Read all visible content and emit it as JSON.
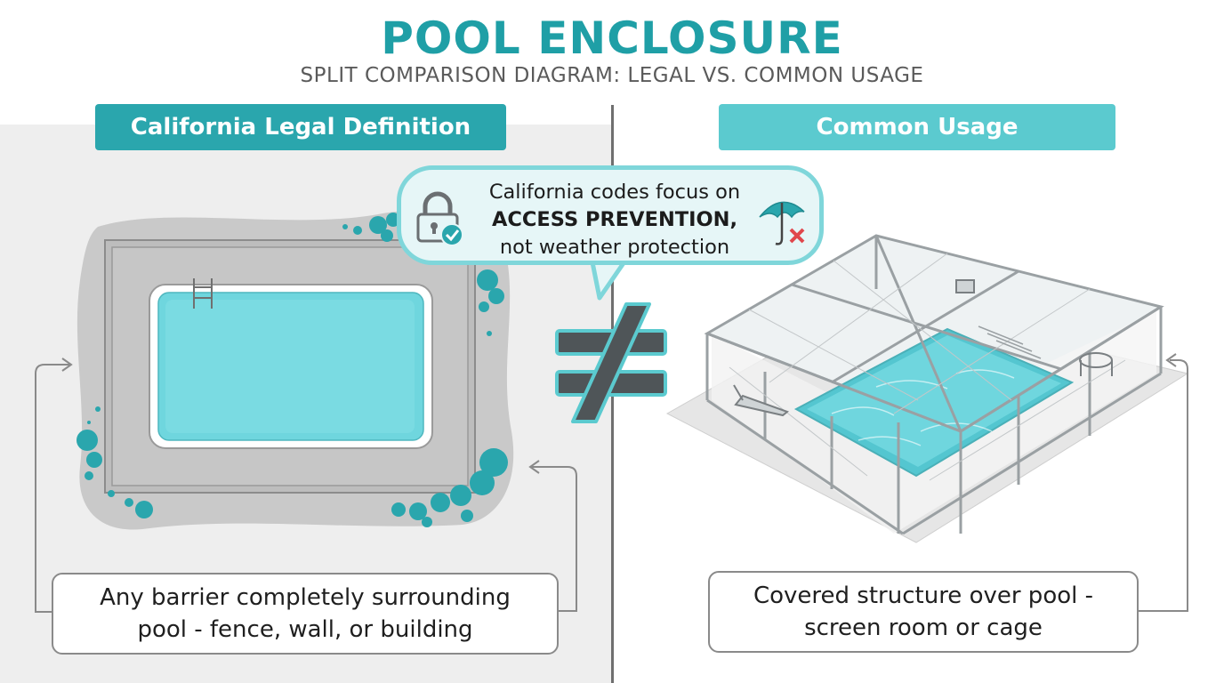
{
  "header": {
    "title": "POOL ENCLOSURE",
    "subtitle": "SPLIT COMPARISON DIAGRAM: LEGAL VS. COMMON USAGE"
  },
  "left": {
    "heading": "California Legal Definition",
    "caption_line1": "Any barrier completely surrounding",
    "caption_line2": "pool - fence, wall, or building"
  },
  "right": {
    "heading": "Common Usage",
    "caption_line1": "Covered structure over pool -",
    "caption_line2": "screen room or cage"
  },
  "callout": {
    "line1": "California codes focus on",
    "line2": "ACCESS PREVENTION,",
    "line3": "not weather protection"
  },
  "icons": {
    "lock": "lock-check-icon",
    "umbrella": "umbrella-x-icon",
    "comparison": "not-equal-icon"
  },
  "colors": {
    "teal_dark": "#2aa6ad",
    "teal_light": "#5bcacf",
    "water": "#6fd6de",
    "callout_bg": "#e6f6f7",
    "red_x": "#e0474c"
  }
}
